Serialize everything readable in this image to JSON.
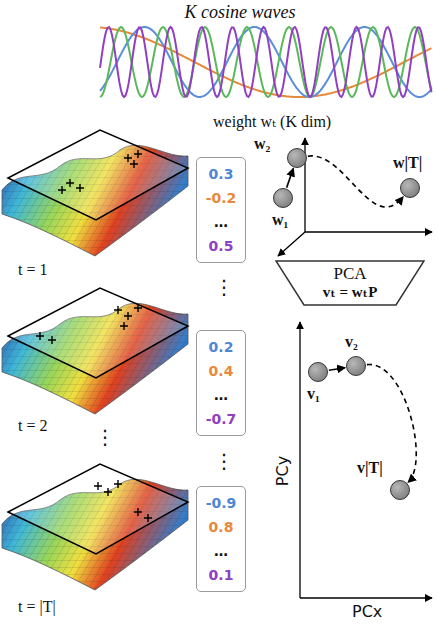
{
  "diagram": {
    "title": "K cosine waves",
    "nodes": [
      {
        "text": [
          "0.3",
          "-0.2",
          "…",
          "0.5"
        ]
      },
      {
        "text": [
          "0.2",
          "0.4",
          "…",
          "-0.7"
        ]
      },
      {
        "text": [
          "-0.9",
          "0.8",
          "…",
          "0.1"
        ]
      },
      {
        "text": [
          "w₁"
        ]
      },
      {
        "text": [
          "w₂"
        ]
      },
      {
        "text": [
          "w|T|"
        ]
      },
      {
        "text": [
          "PCA",
          "vₜ = wₜP"
        ]
      },
      {
        "text": [
          "v₁"
        ]
      },
      {
        "text": [
          "v₂"
        ]
      },
      {
        "text": [
          "v|T|"
        ]
      }
    ],
    "edges": [
      {
        "from": 3,
        "to": 4,
        "arrow": "to"
      },
      {
        "from": 4,
        "to": 5,
        "arrow": "to"
      },
      {
        "from": 7,
        "to": 8,
        "arrow": "to"
      },
      {
        "from": 8,
        "to": 9,
        "arrow": "to"
      }
    ],
    "labels": [
      "weight wₜ (K dim)",
      "t = 1",
      "⋮",
      "t = 2",
      "⋮",
      "⋮",
      "t = |T|",
      "PCy",
      "PCx"
    ]
  }
}
